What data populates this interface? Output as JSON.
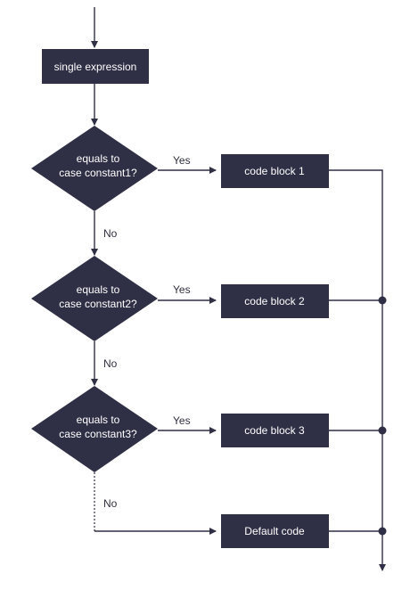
{
  "colors": {
    "node_fill": "#2f2f45",
    "line": "#2f2f45",
    "background": "#ffffff"
  },
  "nodes": {
    "start": "single expression",
    "decision1": "equals to\ncase  constant1?",
    "decision2": "equals to\ncase  constant2?",
    "decision3": "equals to\ncase  constant3?",
    "block1": "code block 1",
    "block2": "code block 2",
    "block3": "code block 3",
    "default": "Default code"
  },
  "edges": {
    "yes1": "Yes",
    "yes2": "Yes",
    "yes3": "Yes",
    "no1": "No",
    "no2": "No",
    "no3": "No"
  }
}
